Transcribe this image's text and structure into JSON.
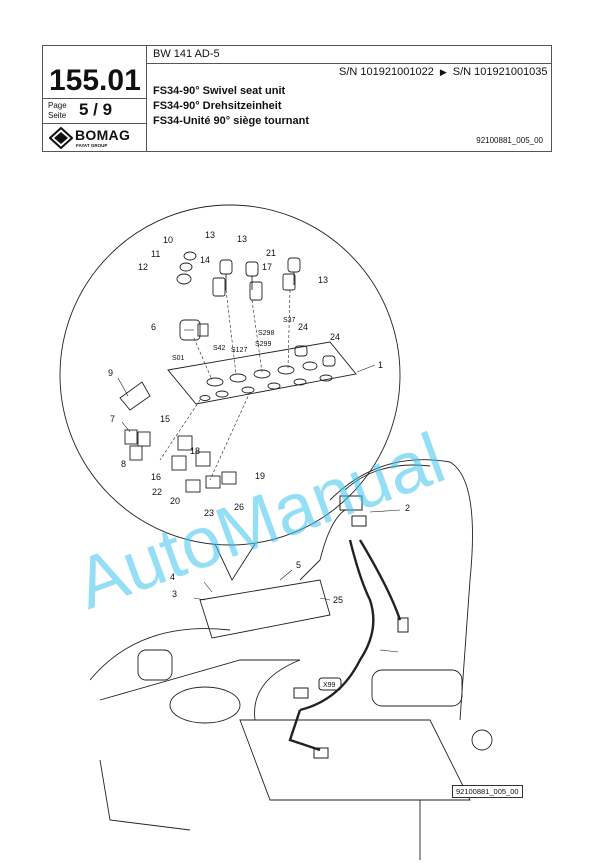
{
  "header": {
    "model": "BW 141 AD-5",
    "page_number": "155.01",
    "page_label": "Page\nSeite",
    "page_value": "5 / 9",
    "sn_from": "S/N 101921001022",
    "sn_to": "S/N 101921001035",
    "title_en": "FS34-90° Swivel seat unit",
    "title_de": "FS34-90° Drehsitzeinheit",
    "title_fr": "FS34-Unité 90° siège tournant",
    "doc_number": "92100881_005_00",
    "logo": "BOMAG",
    "logo_sub": "FAYAT GROUP"
  },
  "drawing": {
    "reference": "92100881_005_00",
    "connector_label": "X99",
    "watermark": "AutoManual",
    "callouts": [
      "10",
      "11",
      "12",
      "13",
      "13",
      "14",
      "17",
      "21",
      "13",
      "6",
      "S42",
      "S127",
      "S298",
      "S299",
      "S37",
      "24",
      "24",
      "S01",
      "1",
      "9",
      "7",
      "15",
      "8",
      "16",
      "18",
      "22",
      "19",
      "20",
      "23",
      "26",
      "2",
      "5",
      "4",
      "3",
      "25"
    ]
  },
  "colors": {
    "watermark": "#3cc3ee",
    "line": "#222222"
  }
}
